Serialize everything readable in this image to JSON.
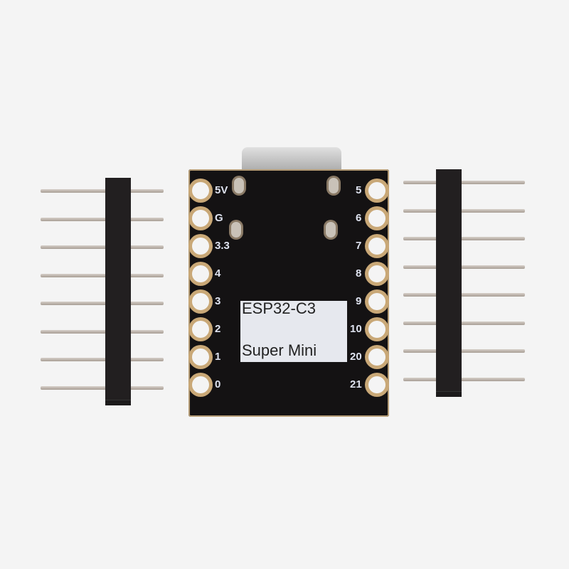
{
  "product": {
    "board_label_line1": "ESP32-C3",
    "board_label_line2": "Super Mini"
  },
  "left_pins": [
    "5V",
    "G",
    "3.3",
    "4",
    "3",
    "2",
    "1",
    "0"
  ],
  "right_pins": [
    "5",
    "6",
    "7",
    "8",
    "9",
    "10",
    "20",
    "21"
  ],
  "headers": {
    "left_count": 8,
    "right_count": 8
  },
  "colors": {
    "background": "#f4f4f4",
    "pcb": "#141213",
    "silkscreen": "#dfe3f0",
    "pad": "#c9a877"
  }
}
